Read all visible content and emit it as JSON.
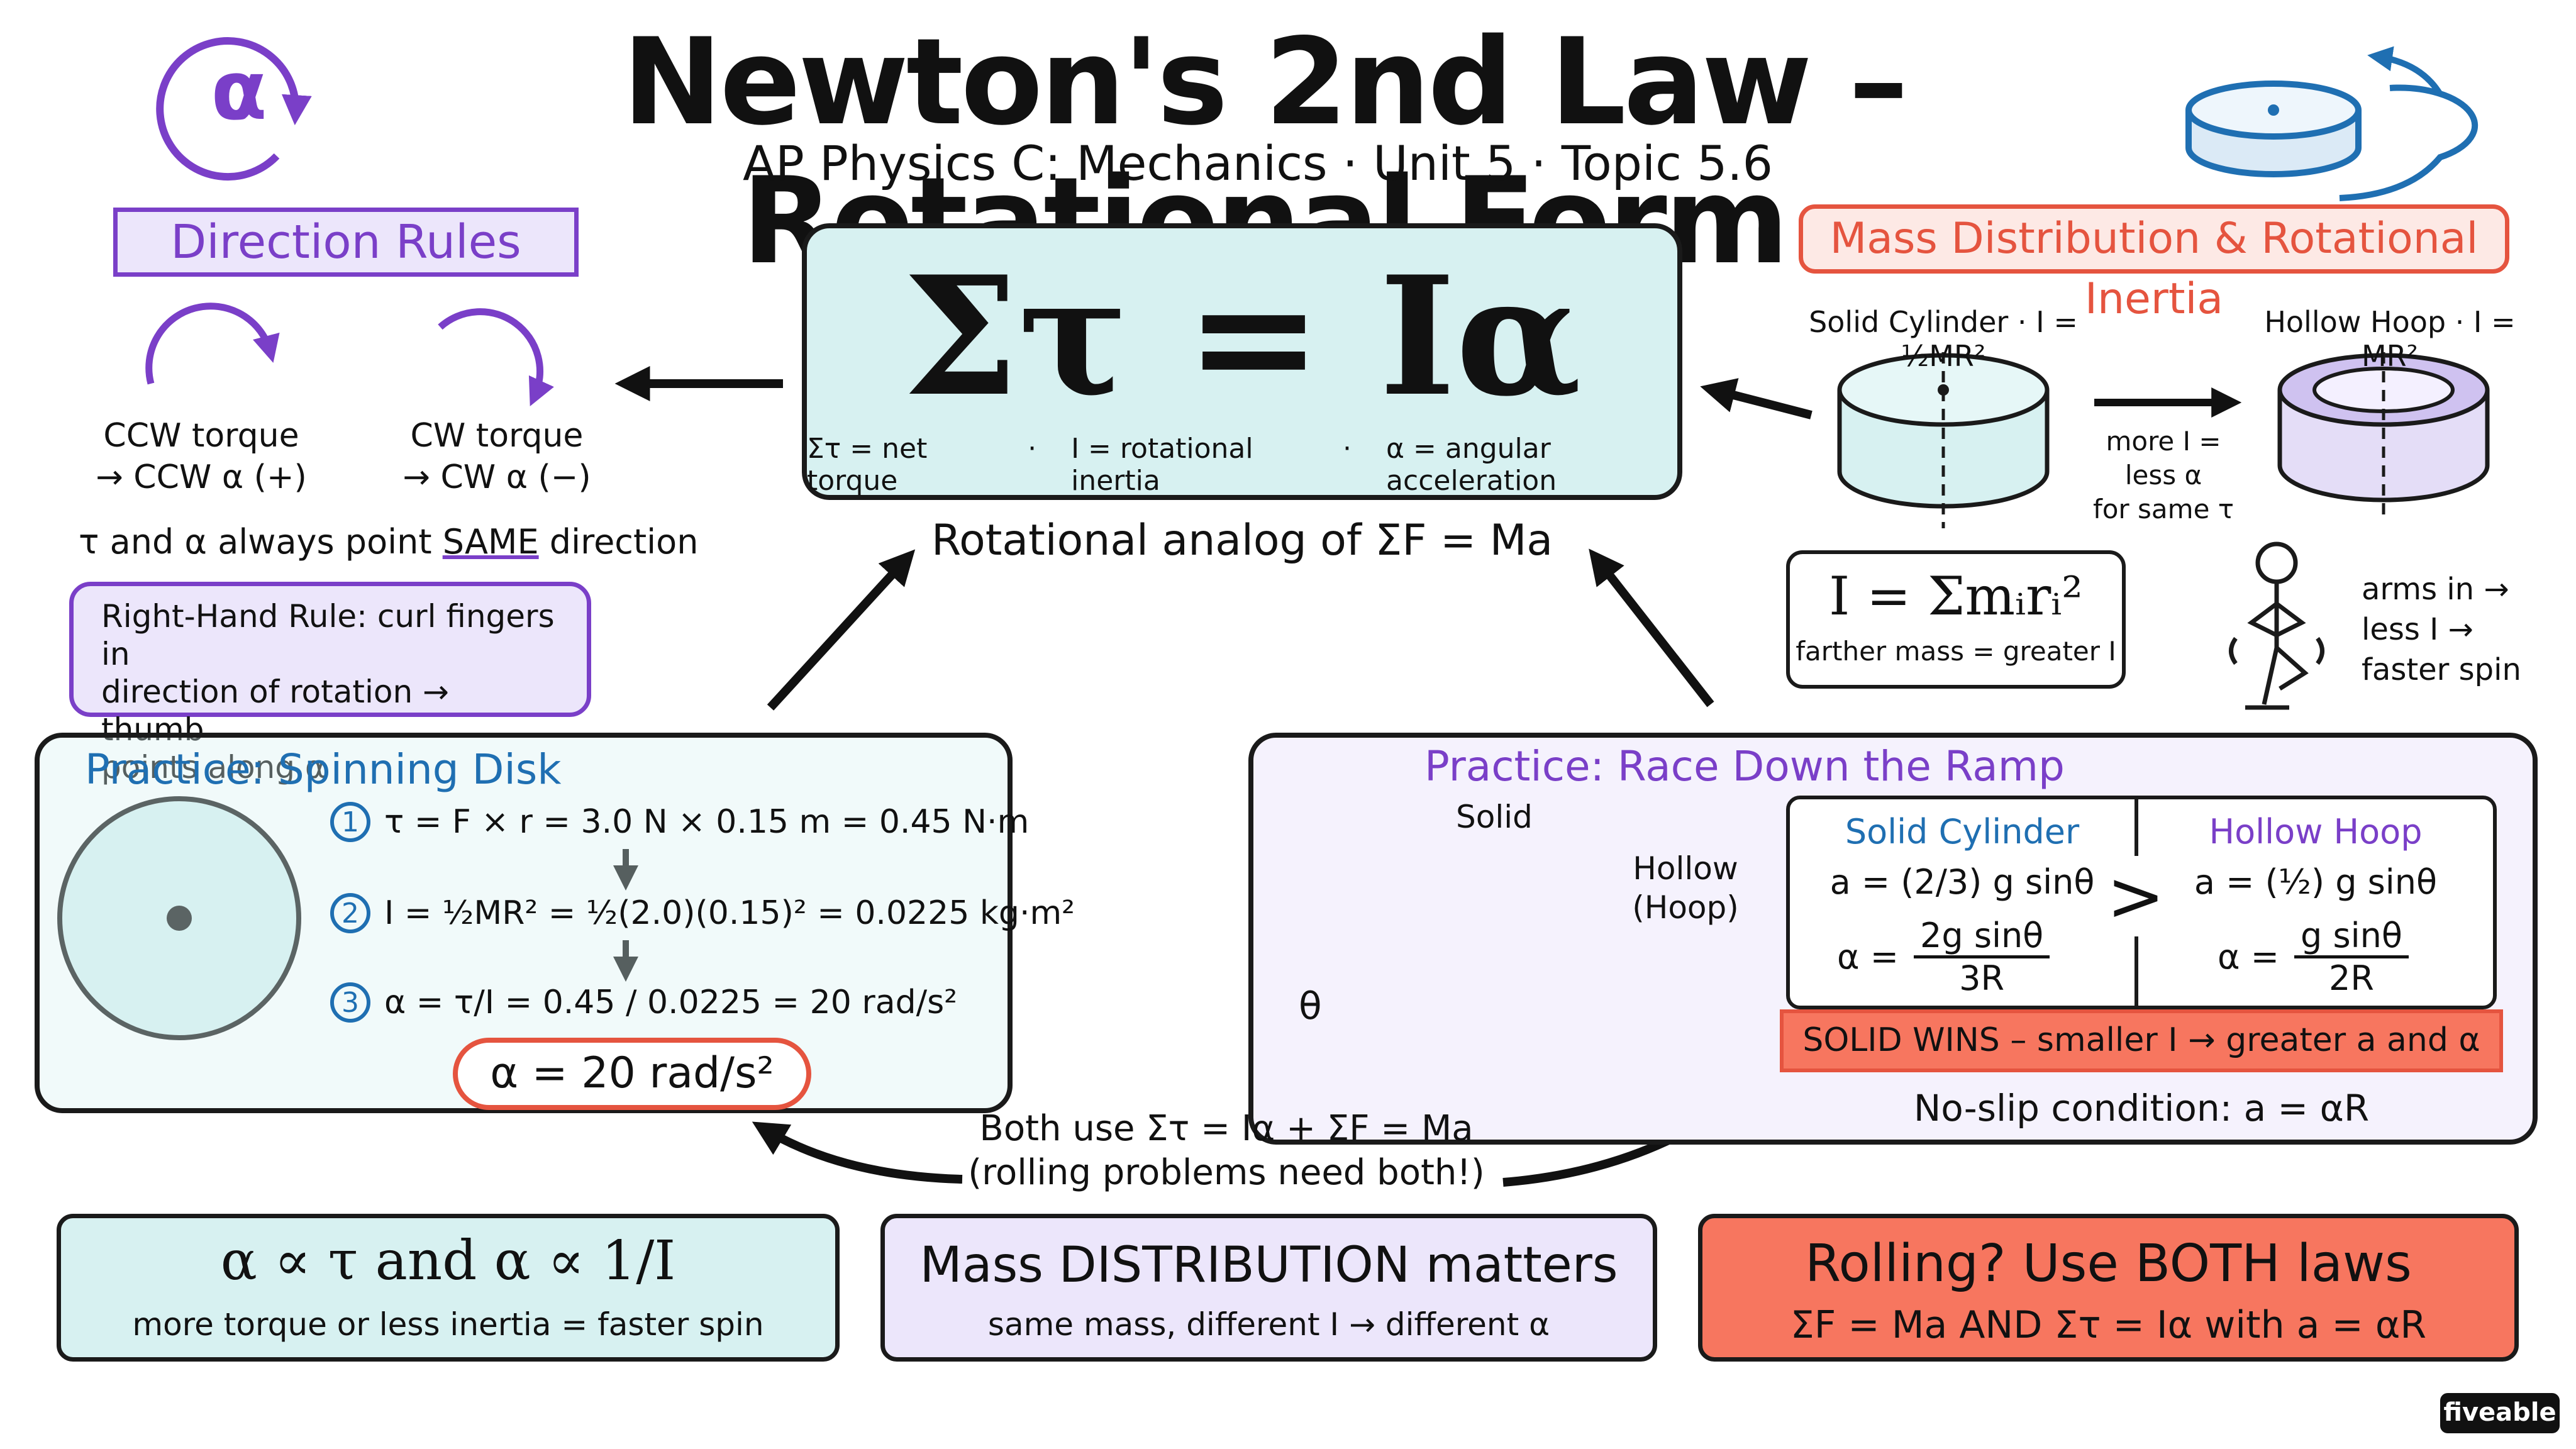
{
  "title": "Newton's 2nd Law – Rotational Form",
  "subtitle": "AP Physics C: Mechanics · Unit 5 · Topic 5.6",
  "alpha_icon": {
    "symbol": "α",
    "icon": "alpha-rotation-icon"
  },
  "main_equation": {
    "formula": "Στ = Iα",
    "legend": [
      "Στ = net torque",
      "I = rotational inertia",
      "α = angular acceleration"
    ],
    "caption": "Rotational analog of ΣF = Ma"
  },
  "direction_rules": {
    "heading": "Direction Rules",
    "ccw": [
      "CCW torque",
      "→ CCW α (+)"
    ],
    "cw": [
      "CW torque",
      "→ CW α (−)"
    ],
    "same_prefix": "τ and α always point ",
    "same_word": "SAME",
    "same_suffix": " direction",
    "rhr": [
      "Right-Hand Rule: curl fingers in",
      "direction of rotation → thumb",
      "points along α"
    ]
  },
  "mass_distribution": {
    "heading": "Mass Distribution & Rotational Inertia",
    "solid_label": "Solid Cylinder · I = ½MR²",
    "hoop_label": "Hollow Hoop · I = MR²",
    "arrow_note": [
      "more I =",
      "less α",
      "for same τ"
    ],
    "formula": "I = Σmᵢrᵢ²",
    "formula_note": "farther mass = greater I",
    "skater_note": [
      "arms in →",
      "less I →",
      "faster spin"
    ]
  },
  "spinning_disk": {
    "heading": "Practice: Spinning Disk",
    "steps": [
      {
        "num": "1",
        "text": "τ = F × r = 3.0 N × 0.15 m = 0.45 N·m"
      },
      {
        "num": "2",
        "text": "I = ½MR² = ½(2.0)(0.15)² = 0.0225 kg·m²"
      },
      {
        "num": "3",
        "text": "α = τ/I = 0.45 / 0.0225 = 20 rad/s²"
      }
    ],
    "answer": "α = 20 rad/s²"
  },
  "ramp": {
    "heading": "Practice: Race Down the Ramp",
    "solid_tag": "Solid",
    "hollow_tag": [
      "Hollow",
      "(Hoop)"
    ],
    "angle": "θ",
    "solid_col": {
      "title": "Solid Cylinder",
      "a": "a = (2/3) g sinθ",
      "alpha_lhs": "α =",
      "num": "2g sinθ",
      "den": "3R"
    },
    "hoop_col": {
      "title": "Hollow Hoop",
      "a": "a = (½) g sinθ",
      "alpha_lhs": "α =",
      "num": "g sinθ",
      "den": "2R"
    },
    "compare": ">",
    "winner": "SOLID WINS – smaller I → greater a and α",
    "noslip": "No-slip condition:  a = αR"
  },
  "both_use": [
    "Both use Στ = Iα + ΣF = Ma",
    "(rolling problems need both!)"
  ],
  "summary": [
    {
      "title": "α ∝ τ  and  α ∝ 1/I",
      "sub": "more torque or less inertia = faster spin"
    },
    {
      "title": "Mass DISTRIBUTION matters",
      "sub": "same mass, different I → different α"
    },
    {
      "title": "Rolling? Use BOTH laws",
      "sub": "ΣF = Ma AND Στ = Iα with a = αR"
    }
  ],
  "brand": "fiveable",
  "colors": {
    "teal": "#d7f1f1",
    "purple": "#7a3fc8",
    "purple_fill": "#ece6fb",
    "red": "#e5543f",
    "red_fill": "#f7765f",
    "blue": "#1f6fb2"
  }
}
